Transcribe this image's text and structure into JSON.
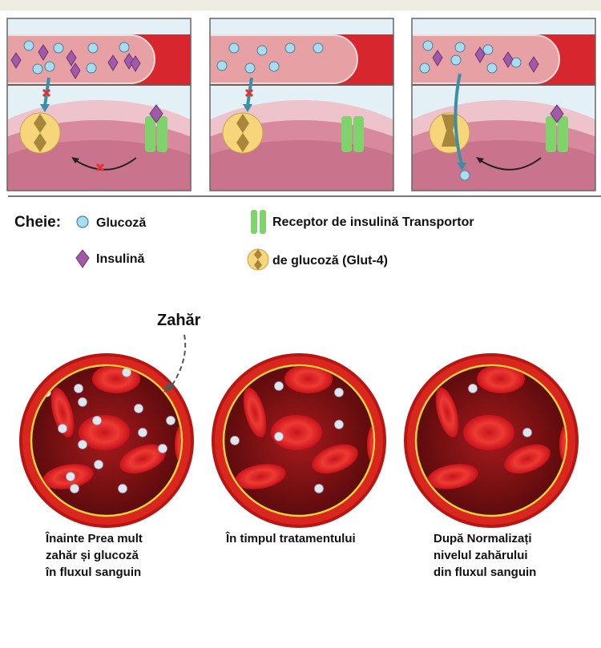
{
  "key": {
    "title": "Cheie:",
    "glucose": "Glucoză",
    "insulin": "Insulină",
    "receptor": "Receptor de insulină Transportor",
    "transporter": "de glucoză (Glut-4)"
  },
  "sugar_label": "Zahăr",
  "captions": [
    [
      "Înainte Prea mult",
      "zahăr și glucoză",
      "în fluxul sanguin"
    ],
    [
      "În timpul tratamentului"
    ],
    [
      "După Normalizați",
      "nivelul zahărului",
      "din fluxul sanguin"
    ]
  ],
  "colors": {
    "glucose": "#a8dcef",
    "insulin": "#a05aa8",
    "receptor": "#7ed36a",
    "transporter": "#f7d57a",
    "blood": "#d7262e",
    "vessel_wall": "#7a0f12"
  }
}
